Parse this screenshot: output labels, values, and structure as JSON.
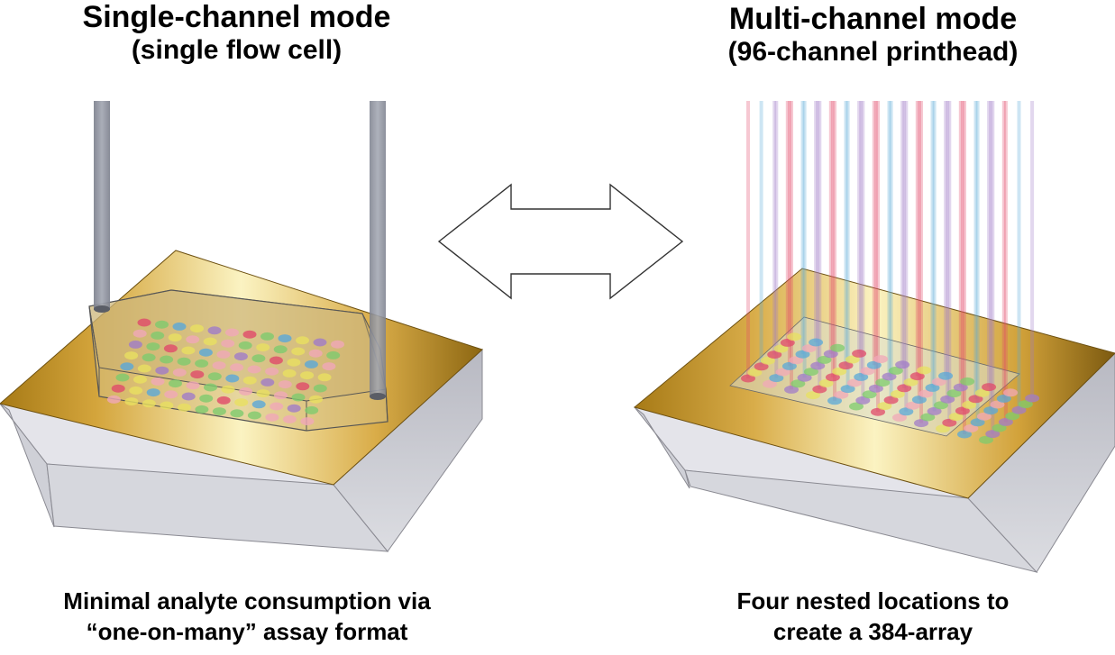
{
  "left_panel": {
    "title_line1": "Single-channel mode",
    "title_line2": "(single flow cell)",
    "caption_line1": "Minimal analyte consumption via",
    "caption_line2": "“one-on-many” assay format"
  },
  "right_panel": {
    "title_line1": "Multi-channel mode",
    "title_line2": "(96-channel printhead)",
    "caption_line1": "Four nested locations to",
    "caption_line2": "create a 384-array"
  },
  "icons": {
    "center_arrow": "double-arrow-icon"
  },
  "colors": {
    "gold_dark": "#a87b18",
    "gold_light": "#fbf3c0",
    "support_gray": "#c8c8d0",
    "tube_gray": "#8e929e",
    "spot_red": "#e04a6a",
    "spot_green": "#7ecb6e",
    "spot_blue": "#5aa8d8",
    "spot_yellow": "#e8e060",
    "spot_purple": "#a07cc8",
    "spot_pink": "#f0a8b8"
  }
}
